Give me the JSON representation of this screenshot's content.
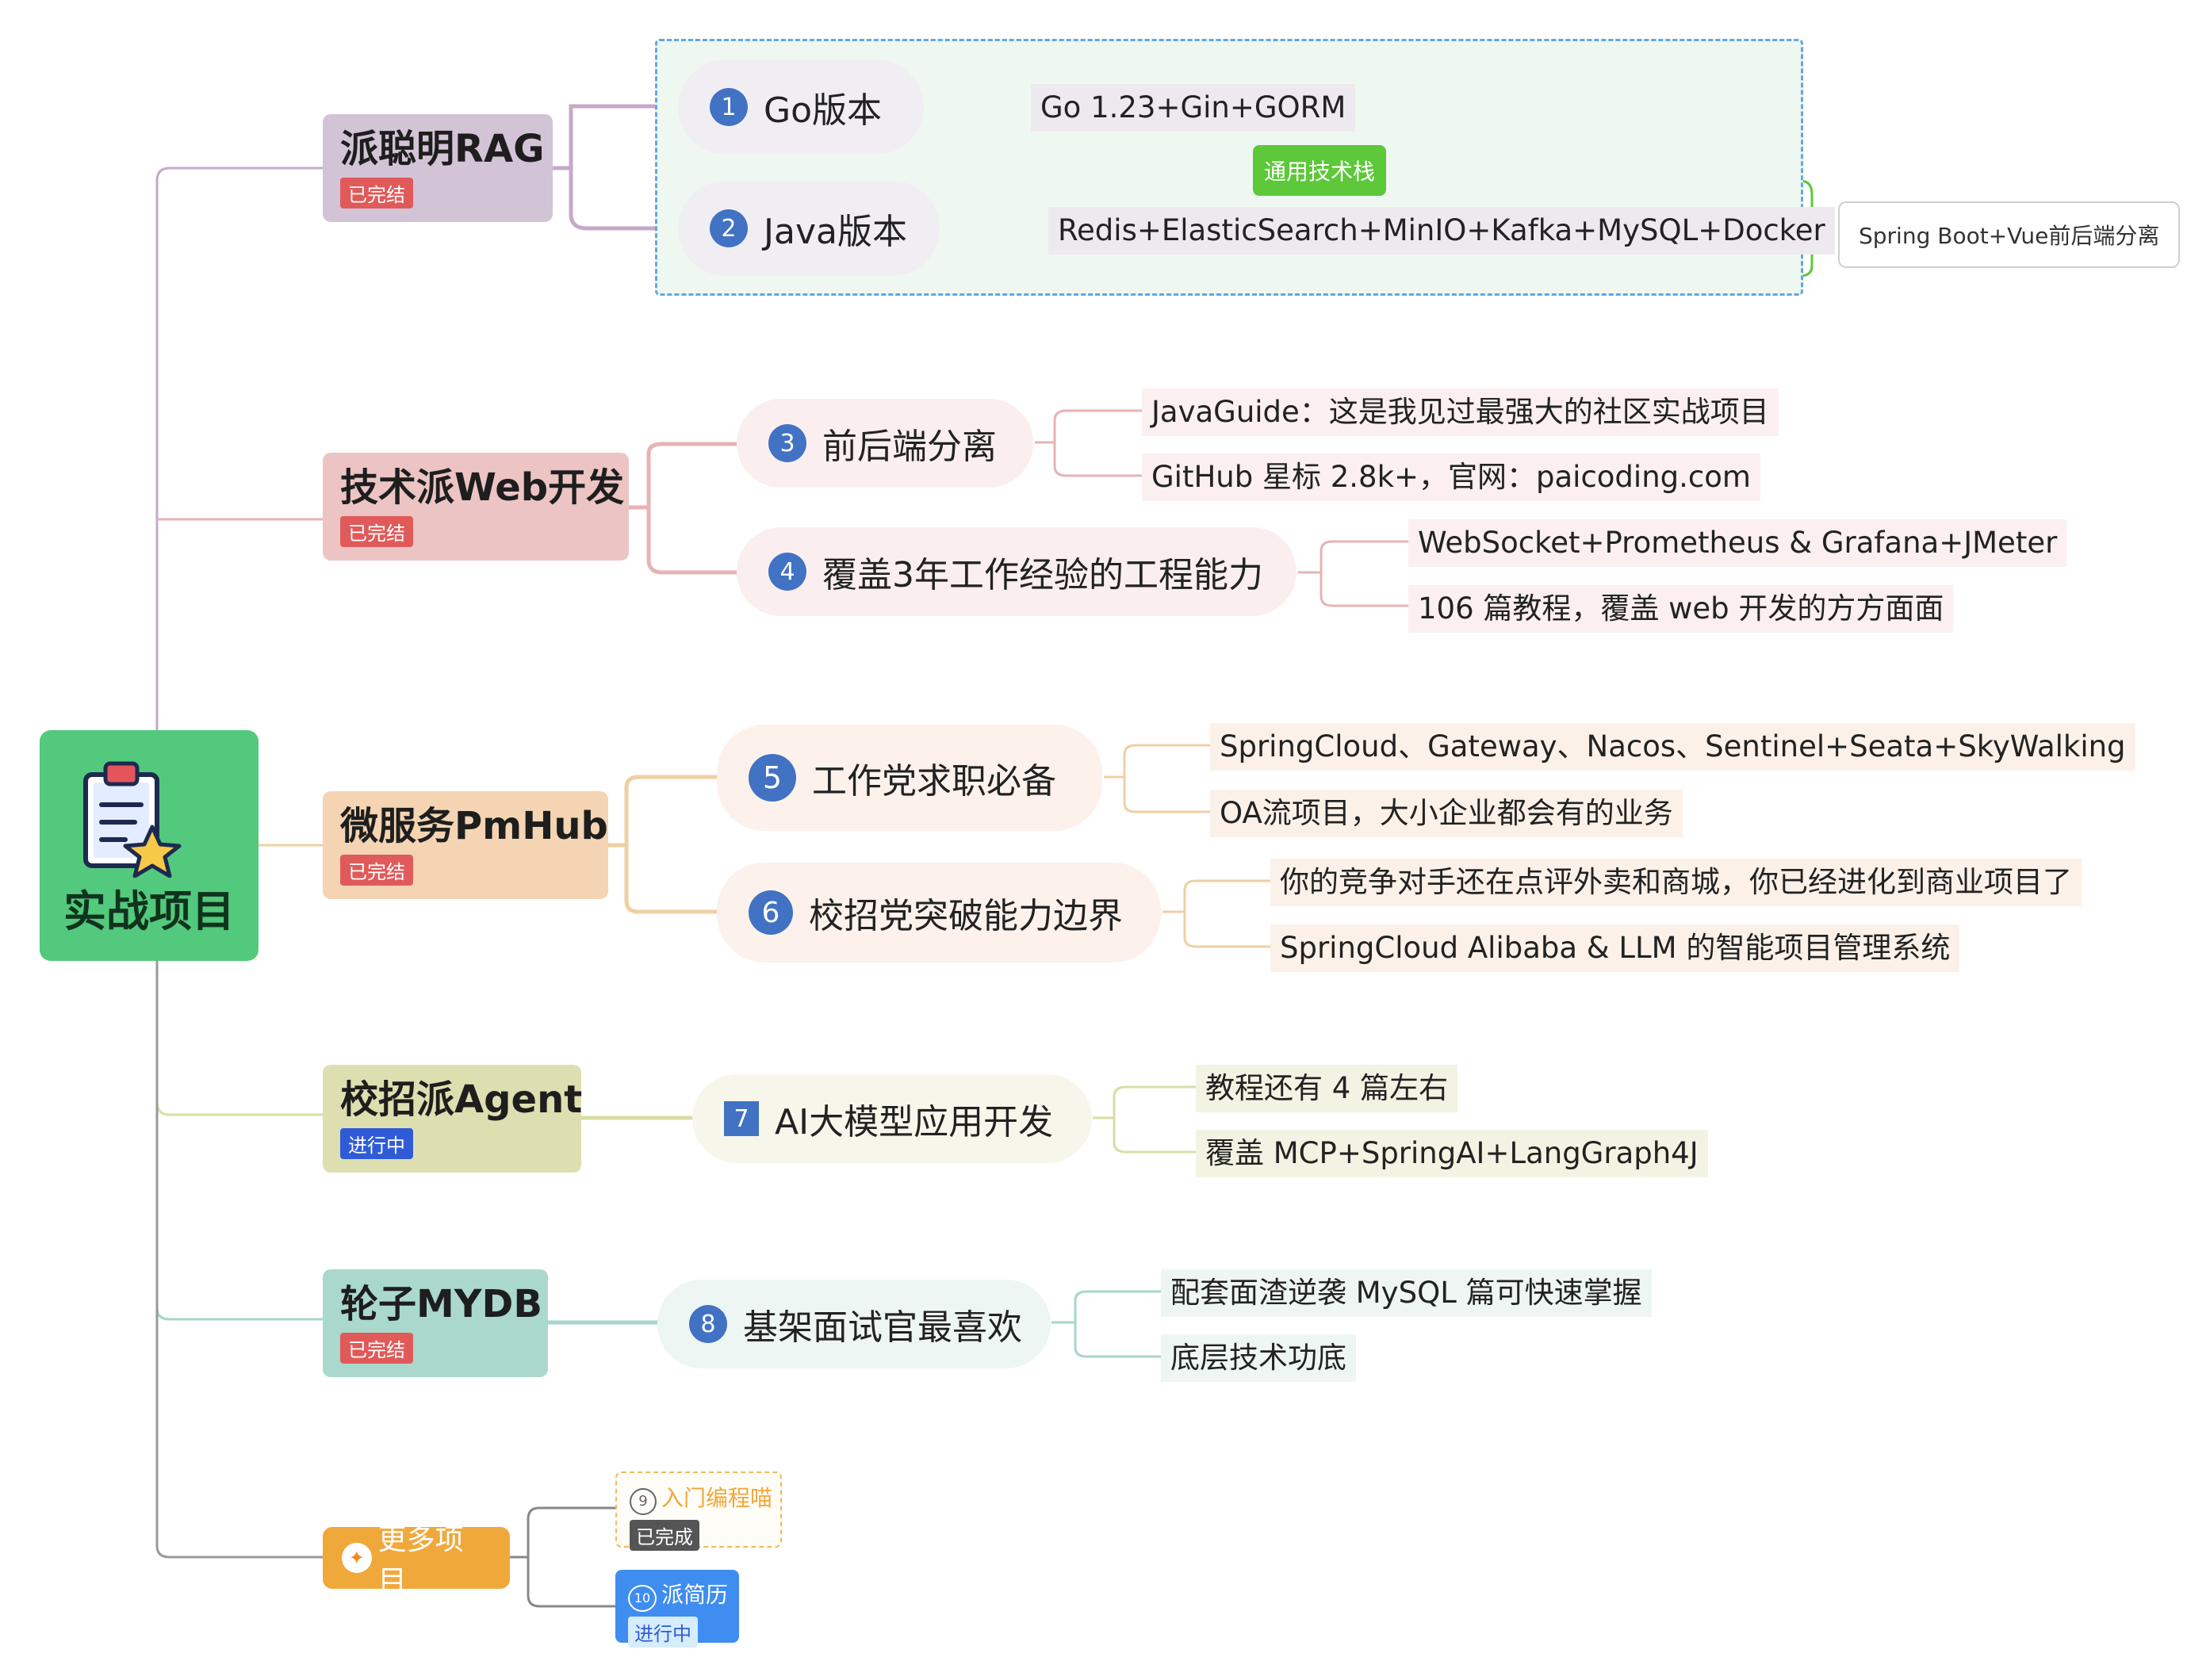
{
  "root": {
    "title": "实战项目",
    "icon": "clipboard-star-icon"
  },
  "branches": [
    {
      "id": "rag",
      "title": "派聪明RAG",
      "status": "已完结",
      "status_color": "#e05a5a",
      "bg": "#d2c4d6",
      "line": "#c6a9c9",
      "children": [
        {
          "num": "1",
          "label": "Go版本",
          "leaves": [
            "Go 1.23+Gin+GORM"
          ]
        },
        {
          "num": "2",
          "label": "Java版本",
          "leaves": [
            "Redis+ElasticSearch+MinIO+Kafka+MySQL+Docker"
          ]
        }
      ],
      "note": "通用技术栈",
      "side": "Spring Boot+Vue前后端分离"
    },
    {
      "id": "web",
      "title": "技术派Web开发",
      "status": "已完结",
      "status_color": "#e05a5a",
      "bg": "#ecc4c4",
      "line": "#e7b3b3",
      "children": [
        {
          "num": "3",
          "label": "前后端分离",
          "leaves": [
            "JavaGuide：这是我见过最强大的社区实战项目",
            "GitHub 星标 2.8k+，官网：paicoding.com"
          ]
        },
        {
          "num": "4",
          "label": "覆盖3年工作经验的工程能力",
          "leaves": [
            "WebSocket+Prometheus & Grafana+JMeter",
            "106 篇教程，覆盖 web 开发的方方面面"
          ]
        }
      ]
    },
    {
      "id": "pmhub",
      "title": "微服务PmHub",
      "status": "已完结",
      "status_color": "#e05a5a",
      "bg": "#f4d4b3",
      "line": "#f0cfa4",
      "children": [
        {
          "num": "5",
          "label": "工作党求职必备",
          "leaves": [
            "SpringCloud、Gateway、Nacos、Sentinel+Seata+SkyWalking",
            "OA流项目，大小企业都会有的业务"
          ]
        },
        {
          "num": "6",
          "label": "校招党突破能力边界",
          "leaves": [
            "你的竞争对手还在点评外卖和商城，你已经进化到商业项目了",
            "SpringCloud Alibaba & LLM 的智能项目管理系统"
          ]
        }
      ]
    },
    {
      "id": "agent",
      "title": "校招派Agent",
      "status": "进行中",
      "status_color": "#2f5bd6",
      "bg": "#dedfb0",
      "line": "#dadda3",
      "children": [
        {
          "num": "7",
          "label": "AI大模型应用开发",
          "leaves": [
            "教程还有 4 篇左右",
            "覆盖 MCP+SpringAI+LangGraph4J"
          ]
        }
      ]
    },
    {
      "id": "mydb",
      "title": "轮子MYDB",
      "status": "已完结",
      "status_color": "#e05a5a",
      "bg": "#aad8cd",
      "line": "#a5d6cb",
      "children": [
        {
          "num": "8",
          "label": "基架面试官最喜欢",
          "leaves": [
            "配套面渣逆袭 MySQL 篇可快速掌握",
            "底层技术功底"
          ]
        }
      ]
    }
  ],
  "more": {
    "title": "更多项目",
    "icon": "lightbulb-icon",
    "items": [
      {
        "num": "9",
        "label": "入门编程喵",
        "status": "已完成"
      },
      {
        "num": "10",
        "label": "派简历",
        "status": "进行中"
      }
    ]
  }
}
